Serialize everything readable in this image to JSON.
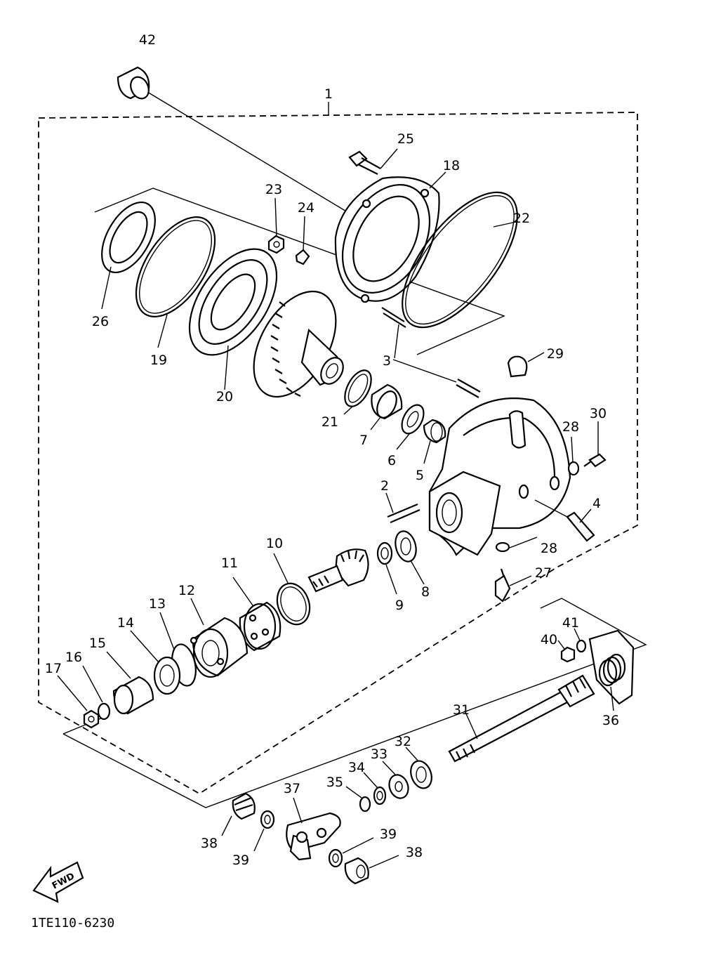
{
  "diagram_code": "1TE110-6230",
  "fwd_label": "FWD",
  "part_numbers": [
    "1",
    "2",
    "3",
    "4",
    "5",
    "6",
    "7",
    "8",
    "9",
    "10",
    "11",
    "12",
    "13",
    "14",
    "15",
    "16",
    "17",
    "18",
    "19",
    "20",
    "21",
    "22",
    "23",
    "24",
    "25",
    "26",
    "27",
    "28",
    "28",
    "29",
    "30",
    "31",
    "32",
    "33",
    "34",
    "35",
    "36",
    "37",
    "38",
    "38",
    "39",
    "39",
    "40",
    "41",
    "42"
  ]
}
